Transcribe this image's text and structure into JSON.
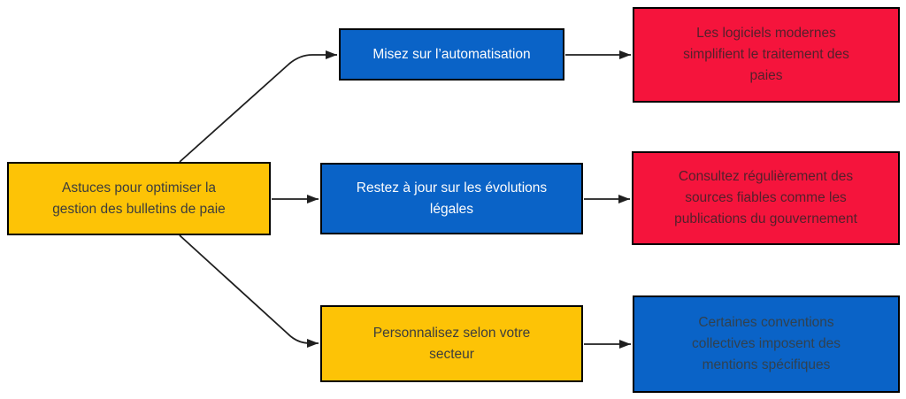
{
  "diagram": {
    "title": "Astuces pour optimiser la gestion des bulletins de paie",
    "colors": {
      "yellow": "#FDC306",
      "blue": "#0A63C7",
      "red": "#F5143C",
      "border": "#000000",
      "connector": "#1F1F1F"
    },
    "nodes": {
      "root": {
        "label": "Astuces pour optimiser la\ngestion des bulletins de paie",
        "fill": "#FDC306",
        "text_color": "#3D3D3D"
      },
      "branch1": {
        "label": "Misez sur l’automatisation",
        "fill": "#0A63C7",
        "text_color": "#FCFCFC"
      },
      "branch2": {
        "label": "Restez à jour sur les évolutions\nlégales",
        "fill": "#0A63C7",
        "text_color": "#FCFCFC"
      },
      "branch3": {
        "label": "Personnalisez selon votre\nsecteur",
        "fill": "#FDC306",
        "text_color": "#3D3D3D"
      },
      "leaf1": {
        "label": "Les logiciels modernes\nsimplifient le traitement des\npaies",
        "fill": "#F5143C",
        "text_color": "#54202B"
      },
      "leaf2": {
        "label": "Consultez régulièrement des\nsources fiables comme les\npublications du gouvernement",
        "fill": "#F5143C",
        "text_color": "#54202B"
      },
      "leaf3": {
        "label": "Certaines conventions\ncollectives imposent des\nmentions spécifiques",
        "fill": "#0A63C7",
        "text_color": "#31414F"
      }
    }
  }
}
